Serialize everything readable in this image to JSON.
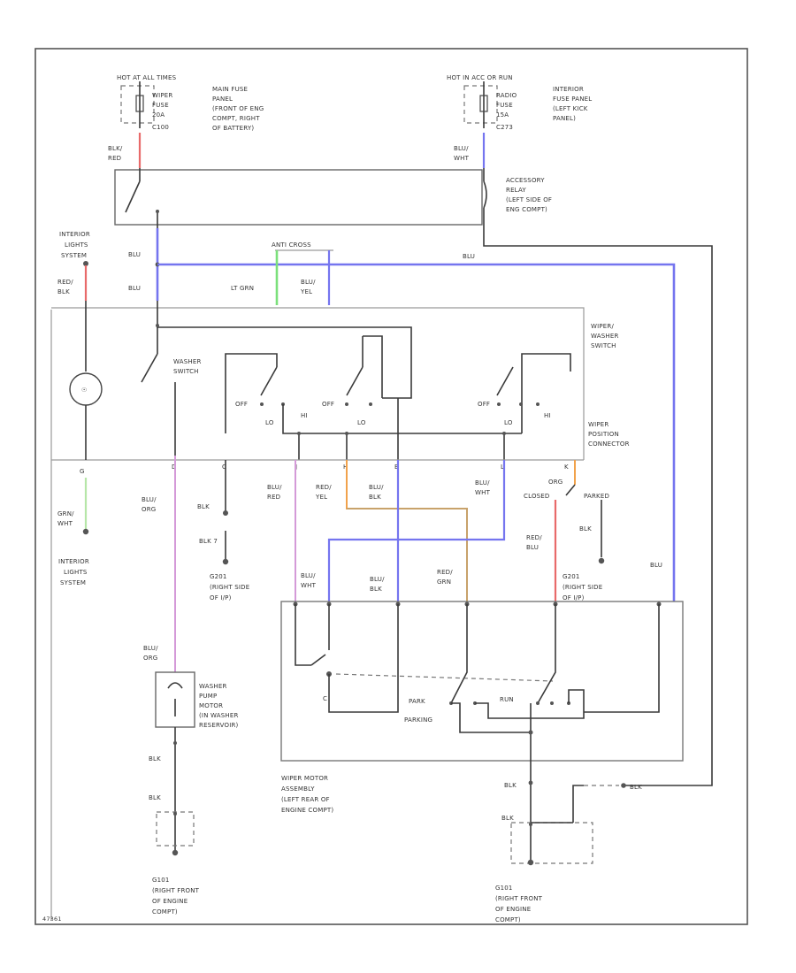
{
  "top_left": {
    "hot": "HOT AT ALL TIMES",
    "fuse": [
      "WIPER",
      "FUSE",
      "20A"
    ],
    "panel": [
      "MAIN FUSE",
      "PANEL",
      "(FRONT OF ENG",
      "COMPT, RIGHT",
      "OF BATTERY)"
    ],
    "connector": "C100",
    "wire": [
      "BLK/",
      "RED"
    ]
  },
  "top_right": {
    "hot": "HOT IN ACC OR RUN",
    "fuse": [
      "RADIO",
      "FUSE",
      "15A"
    ],
    "panel": [
      "INTERIOR",
      "FUSE PANEL",
      "(LEFT KICK",
      "PANEL)"
    ],
    "connector": "C273",
    "wire": [
      "BLU/",
      "WHT"
    ]
  },
  "relay": [
    "ACCESSORY",
    "RELAY",
    "(LEFT SIDE OF",
    "ENG COMPT)"
  ],
  "interior_lights_top": [
    "INTERIOR",
    "LIGHTS",
    "SYSTEM"
  ],
  "interior_lights_bottom": [
    "INTERIOR",
    "LIGHTS",
    "SYSTEM"
  ],
  "wires": {
    "blu_1": "BLU",
    "blu_2": "BLU",
    "blu_long": "BLU",
    "red_blk": [
      "RED/",
      "BLK"
    ],
    "lt_grn": "LT GRN",
    "blu_yel": [
      "BLU/",
      "YEL"
    ],
    "anti_cross": "ANTI CROSS",
    "g_label": "G",
    "grn_wht": [
      "GRN/",
      "WHT"
    ]
  },
  "wiper_washer_switch": [
    "WIPER/",
    "WASHER",
    "SWITCH"
  ],
  "washer_switch": [
    "WASHER",
    "SWITCH"
  ],
  "switch_positions": {
    "off1": "OFF",
    "lo1": "LO",
    "hi1": "HI",
    "off2": "OFF",
    "lo2": "LO",
    "off3": "OFF",
    "lo3": "LO",
    "hi3": "HI"
  },
  "wiper_position_connector": [
    "WIPER",
    "POSITION",
    "CONNECTOR"
  ],
  "pins": {
    "d": "D",
    "c": "C",
    "j": "J",
    "h": "H",
    "b": "B",
    "l": "L",
    "k": "K"
  },
  "mid_wires": {
    "blu_org": [
      "BLU/",
      "ORG"
    ],
    "blk_c": "BLK",
    "blk_7": "BLK 7",
    "blu_red": [
      "BLU/",
      "RED"
    ],
    "red_yel": [
      "RED/",
      "YEL"
    ],
    "blu_blk": [
      "BLU/",
      "BLK"
    ],
    "blu_wht": [
      "BLU/",
      "WHT"
    ],
    "org": "ORG",
    "closed": "CLOSED",
    "parked": "PARKED",
    "red_blu": [
      "RED/",
      "BLU"
    ],
    "blk_gnd": "BLK",
    "blu_right": "BLU"
  },
  "ground_g201_left": [
    "G201",
    "(RIGHT SIDE",
    "OF I/P)"
  ],
  "ground_g201_right": [
    "G201",
    "(RIGHT SIDE",
    "OF I/P)"
  ],
  "motor_wires": {
    "blu_wht": [
      "BLU/",
      "WHT"
    ],
    "blu_blk": [
      "BLU/",
      "BLK"
    ],
    "red_grn": [
      "RED/",
      "GRN"
    ]
  },
  "washer_pump": [
    "WASHER",
    "PUMP",
    "MOTOR",
    "(IN WASHER",
    "RESERVOIR)"
  ],
  "pump_wire": [
    "BLU/",
    "ORG"
  ],
  "motor_labels": {
    "park": "PARK",
    "parking": "PARKING",
    "run": "RUN",
    "c": "C"
  },
  "wiper_motor": [
    "WIPER MOTOR",
    "ASSEMBLY",
    "(LEFT REAR OF",
    "ENGINE COMPT)"
  ],
  "bottom_left": {
    "blk1": "BLK",
    "blk2": "BLK",
    "ground": [
      "G101",
      "(RIGHT FRONT",
      "OF ENGINE",
      "COMPT)"
    ]
  },
  "bottom_right": {
    "blk1": "BLK",
    "blk2": "BLK",
    "blk3": "BLK",
    "ground": [
      "G101",
      "(RIGHT FRONT",
      "OF ENGINE",
      "COMPT)"
    ]
  },
  "corner": "47361",
  "colors": {
    "blue": "#7575ef",
    "green": "#7be07b",
    "red": "#e86a6a",
    "orange": "#f1a24b",
    "violet": "#d49ad8",
    "tan": "#c8a26b",
    "light_green": "#b6e6a8"
  }
}
